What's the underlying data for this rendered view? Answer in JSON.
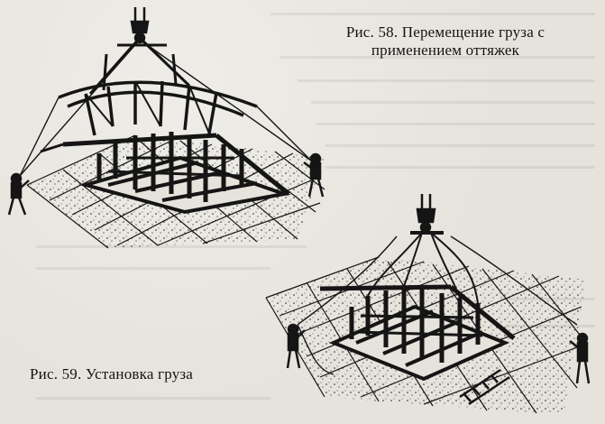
{
  "figure_58": {
    "caption_line1": "Рис. 58. Перемещение груза с",
    "caption_line2": "применением оттяжек"
  },
  "figure_59": {
    "caption": "Рис. 59. Установка груза"
  },
  "colors": {
    "paper": "#e6e3dc",
    "ink": "#141414"
  }
}
